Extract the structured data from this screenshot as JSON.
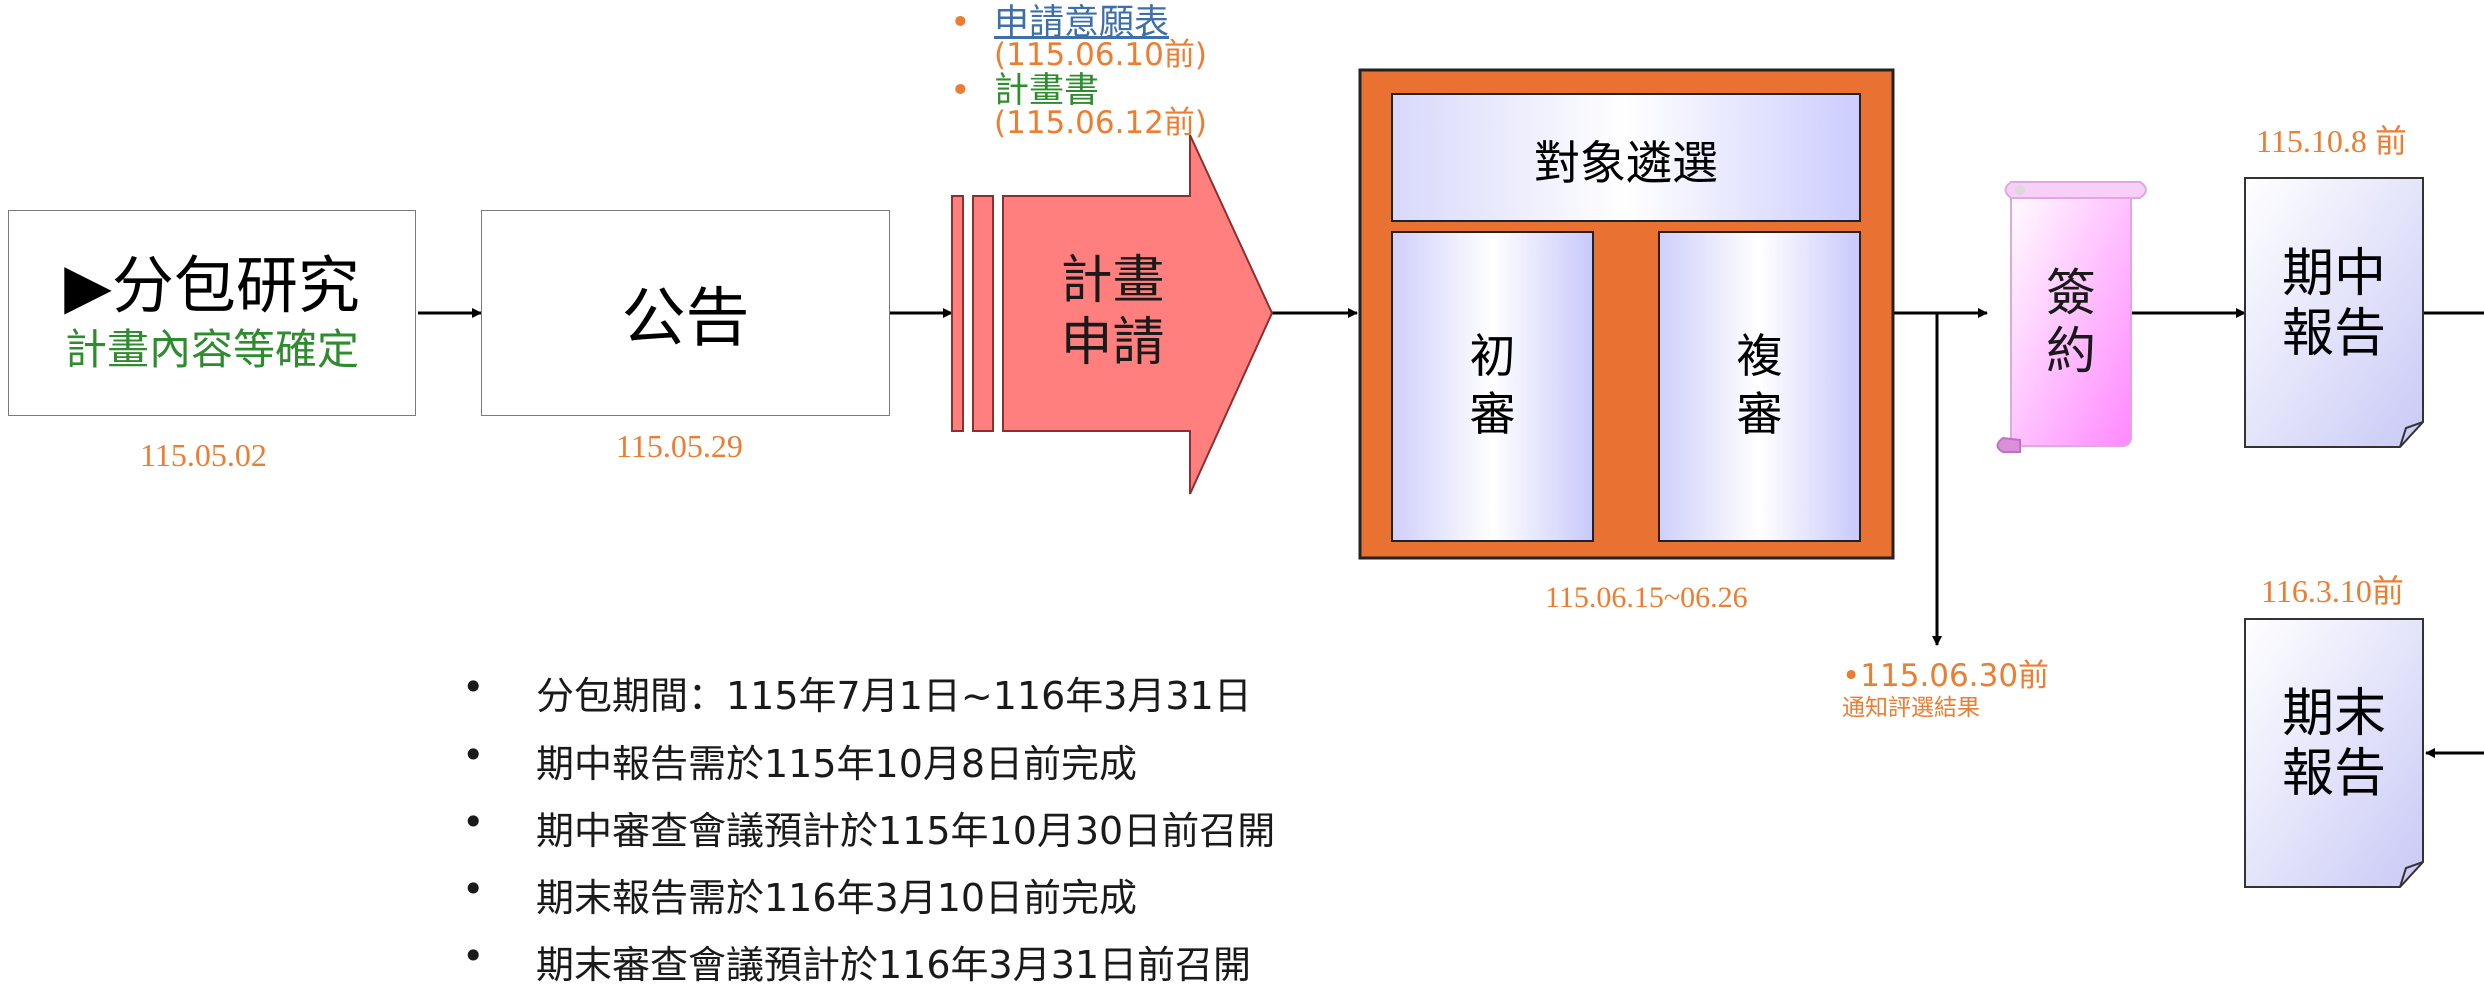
{
  "step1": {
    "title": "▶分包研究",
    "subtitle": "計畫內容等確定",
    "date": "115.05.02"
  },
  "step2": {
    "title": "公告",
    "date": "115.05.29"
  },
  "application": {
    "label_line1": "計畫",
    "label_line2": "申請",
    "docs": [
      {
        "name": "申請意願表",
        "deadline": "(115.06.10前)"
      },
      {
        "name": "計畫書",
        "deadline": "(115.06.12前)"
      }
    ]
  },
  "selection": {
    "title": "對象遴選",
    "first_review": [
      "初",
      "審"
    ],
    "second_review": [
      "複",
      "審"
    ],
    "date": "115.06.15~06.26"
  },
  "notify": {
    "date": "•115.06.30前",
    "label": "通知評選結果"
  },
  "contract": {
    "label": [
      "簽",
      "約"
    ]
  },
  "midterm": {
    "date": "115.10.8 前",
    "label": [
      "期中",
      "報告"
    ]
  },
  "final": {
    "date": "116.3.10前",
    "label": [
      "期末",
      "報告"
    ]
  },
  "notes": [
    "分包期間：115年7月1日~116年3月31日",
    "期中報告需於115年10月8日前完成",
    "期中審查會議預計於115年10月30日前召開",
    "期末報告需於116年3月10日前完成",
    "期末審查會議預計於116年3月31日前召開"
  ],
  "colors": {
    "accent_orange": "#ed7d31",
    "review_frame": "#e97132",
    "apply_arrow": "#ff7f7f",
    "green_text": "#2e8b2e",
    "blue_link": "#3d6fa8",
    "lavender": "#ccccff",
    "pink_scroll": "#ff99ff"
  }
}
